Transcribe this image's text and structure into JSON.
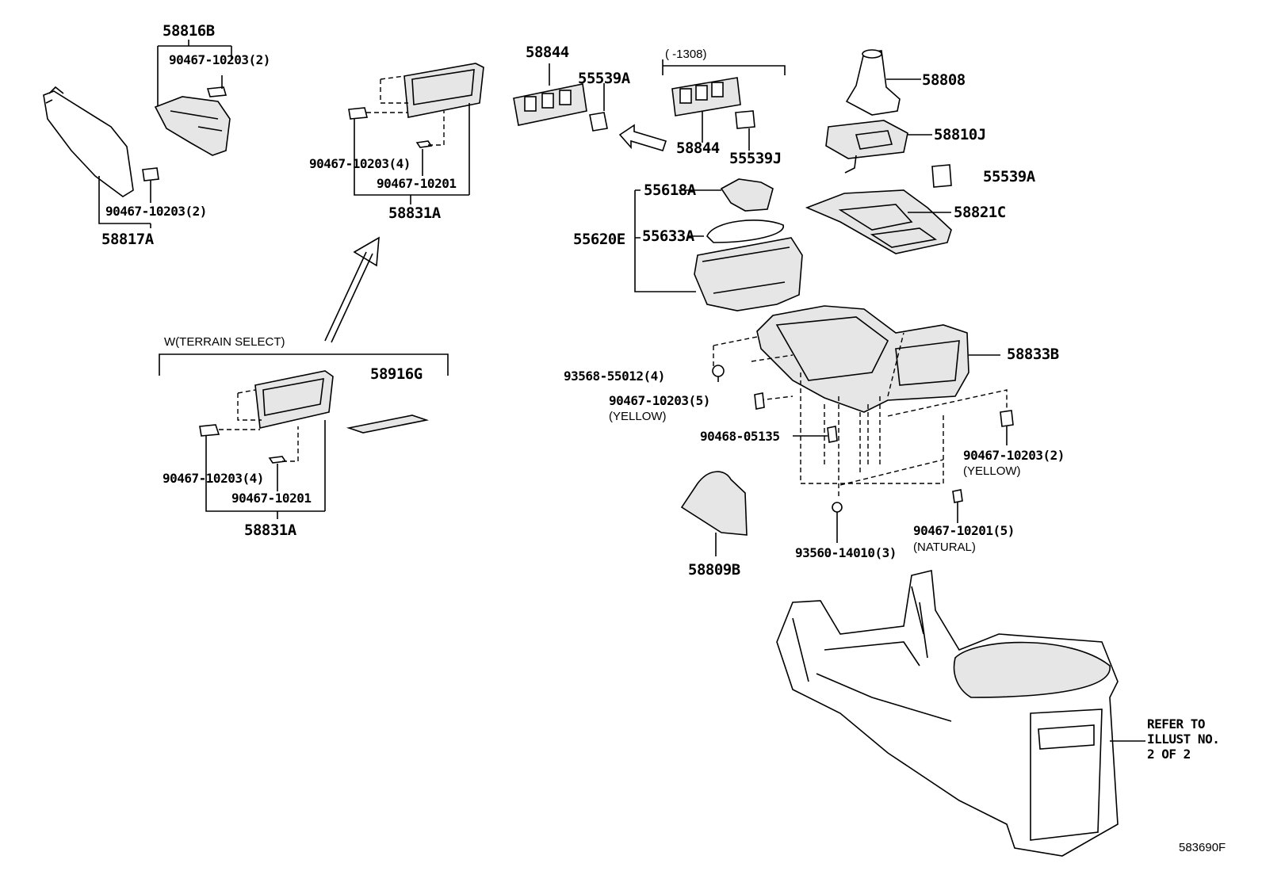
{
  "labels": {
    "p58816B": "58816B",
    "p90467_10203_2_a": "90467-10203(2)",
    "p90467_10203_2_b": "90467-10203(2)",
    "p58817A": "58817A",
    "p90467_10203_4_a": "90467-10203(4)",
    "p90467_10201_a": "90467-10201",
    "p58831A_a": "58831A",
    "terrain": "W(TERRAIN SELECT)",
    "p58916G": "58916G",
    "p90467_10203_4_b": "90467-10203(4)",
    "p90467_10201_b": "90467-10201",
    "p58831A_b": "58831A",
    "p58844_a": "58844",
    "p55539A_a": "55539A",
    "note1308": "(      -1308)",
    "p58844_b": "58844",
    "p55539J": "55539J",
    "p58808": "58808",
    "p58810J": "58810J",
    "p55539A_b": "55539A",
    "p58821C": "58821C",
    "p55618A": "55618A",
    "p55620E": "55620E",
    "p55633A": "55633A",
    "p58833B": "58833B",
    "p93568": "93568-55012(4)",
    "p90467_10203_5": "90467-10203(5)",
    "yellow1": "(YELLOW)",
    "p90468": "90468-05135",
    "p90467_10203_2_c": "90467-10203(2)",
    "yellow2": "(YELLOW)",
    "p90467_10201_5": "90467-10201(5)",
    "natural": "(NATURAL)",
    "p93560": "93560-14010(3)",
    "p58809B": "58809B",
    "refer1": "REFER TO",
    "refer2": "ILLUST NO.",
    "refer3": "2 OF 2",
    "figcode": "583690F"
  }
}
